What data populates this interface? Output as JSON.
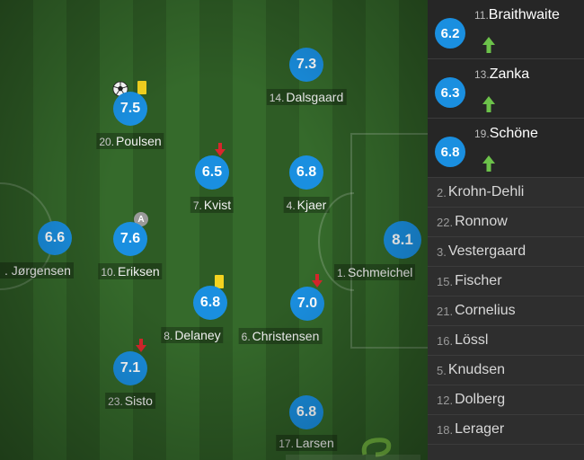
{
  "colors": {
    "rating_bg": "#1a8fe0",
    "yellow_card": "#f4d320",
    "sub_in_arrow": "#6cc24a",
    "sub_out_arrow": "#d9262c"
  },
  "pitch": {
    "players": [
      {
        "key": "poulsen",
        "num": "20.",
        "name": "Poulsen",
        "rating": "7.5",
        "events": [
          "goal",
          "yellow-card"
        ]
      },
      {
        "key": "dalsgaard",
        "num": "14.",
        "name": "Dalsgaard",
        "rating": "7.3",
        "events": []
      },
      {
        "key": "kvist",
        "num": "7.",
        "name": "Kvist",
        "rating": "6.5",
        "events": [
          "subbed-off"
        ]
      },
      {
        "key": "kjaer",
        "num": "4.",
        "name": "Kjaer",
        "rating": "6.8",
        "events": []
      },
      {
        "key": "jorgensen",
        "num": "",
        "name": ". Jørgensen",
        "rating": "6.6",
        "events": []
      },
      {
        "key": "eriksen",
        "num": "10.",
        "name": "Eriksen",
        "rating": "7.6",
        "events": [
          "captain"
        ]
      },
      {
        "key": "schmeichel",
        "num": "1.",
        "name": "Schmeichel",
        "rating": "8.1",
        "events": []
      },
      {
        "key": "delaney",
        "num": "8.",
        "name": "Delaney",
        "rating": "6.8",
        "events": [
          "yellow-card"
        ]
      },
      {
        "key": "christensen",
        "num": "6.",
        "name": "Christensen",
        "rating": "7.0",
        "events": [
          "subbed-off"
        ]
      },
      {
        "key": "sisto",
        "num": "23.",
        "name": "Sisto",
        "rating": "7.1",
        "events": [
          "subbed-off"
        ]
      },
      {
        "key": "larsen",
        "num": "17.",
        "name": "Larsen",
        "rating": "6.8",
        "events": []
      }
    ],
    "captain_letter": "A",
    "watermark_icon": "whoscored-logo"
  },
  "bench": {
    "substitutes_used": [
      {
        "num": "11.",
        "name": "Braithwaite",
        "rating": "6.2"
      },
      {
        "num": "13.",
        "name": "Zanka",
        "rating": "6.3"
      },
      {
        "num": "19.",
        "name": "Schöne",
        "rating": "6.8"
      }
    ],
    "unused": [
      {
        "num": "2.",
        "name": "Krohn-Dehli"
      },
      {
        "num": "22.",
        "name": "Ronnow"
      },
      {
        "num": "3.",
        "name": "Vestergaard"
      },
      {
        "num": "15.",
        "name": "Fischer"
      },
      {
        "num": "21.",
        "name": "Cornelius"
      },
      {
        "num": "16.",
        "name": "Lössl"
      },
      {
        "num": "5.",
        "name": "Knudsen"
      },
      {
        "num": "12.",
        "name": "Dolberg"
      },
      {
        "num": "18.",
        "name": "Lerager"
      }
    ]
  }
}
